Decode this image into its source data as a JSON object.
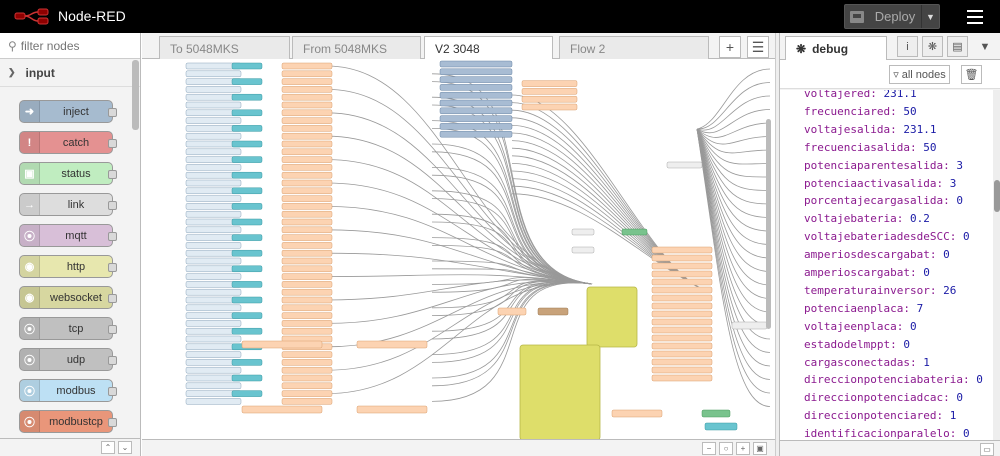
{
  "header": {
    "title": "Node-RED",
    "deploy_label": "Deploy"
  },
  "palette": {
    "filter_placeholder": "filter nodes",
    "category": "input",
    "nodes": [
      {
        "label": "inject",
        "color": "#a6bbcf"
      },
      {
        "label": "catch",
        "color": "#e49191"
      },
      {
        "label": "status",
        "color": "#c0edc0"
      },
      {
        "label": "link",
        "color": "#dddddd"
      },
      {
        "label": "mqtt",
        "color": "#d8bfd8"
      },
      {
        "label": "http",
        "color": "#e7e7ae"
      },
      {
        "label": "websocket",
        "color": "#d7d7a0"
      },
      {
        "label": "tcp",
        "color": "#c0c0c0"
      },
      {
        "label": "udp",
        "color": "#c0c0c0"
      },
      {
        "label": "modbus",
        "color": "#bde0f4"
      },
      {
        "label": "modbustcp",
        "color": "#e9967a"
      }
    ]
  },
  "tabs": [
    {
      "label": "To 5048MKS"
    },
    {
      "label": "From 5048MKS"
    },
    {
      "label": "V2 3048"
    },
    {
      "label": "Flow 2"
    }
  ],
  "sidebar": {
    "tab_label": "debug",
    "filter_label": "all nodes",
    "messages": [
      {
        "key": "voltajered:",
        "value": "231.1"
      },
      {
        "key": "frecuenciared:",
        "value": "50"
      },
      {
        "key": "voltajesalida:",
        "value": "231.1"
      },
      {
        "key": "frecuenciasalida:",
        "value": "50"
      },
      {
        "key": "potenciaparentesalida:",
        "value": "3"
      },
      {
        "key": "potenciaactivasalida:",
        "value": "3"
      },
      {
        "key": "porcentajecargasalida:",
        "value": "0"
      },
      {
        "key": "voltajebateria:",
        "value": "0.2"
      },
      {
        "key": "voltajebateriadesdeSCC:",
        "value": "0"
      },
      {
        "key": "amperiosdescargabat:",
        "value": "0"
      },
      {
        "key": "amperioscargabat:",
        "value": "0"
      },
      {
        "key": "temperaturainversor:",
        "value": "26"
      },
      {
        "key": "potenciaenplaca:",
        "value": "7"
      },
      {
        "key": "voltajeenplaca:",
        "value": "0"
      },
      {
        "key": "estadodelmppt:",
        "value": "0"
      },
      {
        "key": "cargasconectadas:",
        "value": "1"
      },
      {
        "key": "direccionpotenciabateria:",
        "value": "0"
      },
      {
        "key": "direccionpotenciadcac:",
        "value": "0"
      },
      {
        "key": "direccionpotenciared:",
        "value": "1"
      },
      {
        "key": "identificacionparalelo:",
        "value": "0"
      }
    ]
  }
}
